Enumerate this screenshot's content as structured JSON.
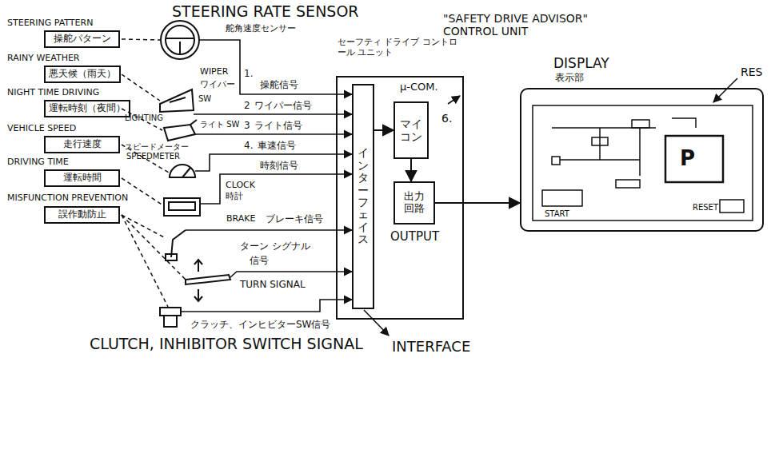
{
  "diagram": {
    "nodes": [
      {
        "text": [
          "STEERING PATTERN",
          "操舵パターン"
        ]
      },
      {
        "text": [
          "RAINY WEATHER",
          "悪天候（雨天）"
        ]
      },
      {
        "text": [
          "NIGHT TIME DRIVING",
          "運転時刻（夜間）"
        ]
      },
      {
        "text": [
          "VEHICLE SPEED",
          "走行速度"
        ]
      },
      {
        "text": [
          "DRIVING TIME",
          "運転時間"
        ]
      },
      {
        "text": [
          "MISFUNCTION PREVENTION",
          "誤作動防止"
        ]
      },
      {
        "text": [
          "セーフティ ドライブ コントロール ユニット",
          "\"SAFETY DRIVE ADVISOR\" CONTROL UNIT"
        ]
      },
      {
        "text": [
          "インターフェイス"
        ],
        "in": 6
      },
      {
        "text": [
          "マイコン"
        ],
        "in": 6
      },
      {
        "text": [
          "出力回路"
        ],
        "in": 6
      },
      {
        "text": [
          "DISPLAY",
          "表示部"
        ]
      }
    ],
    "edges": [
      {
        "from": 7,
        "to": 8,
        "arrow": "to"
      },
      {
        "from": 8,
        "to": 9,
        "arrow": "to"
      },
      {
        "from": 9,
        "to": 10,
        "arrow": "to"
      }
    ],
    "labels": [
      "STEERING RATE SENSOR",
      "舵角速度センサー",
      "1.",
      "操舵信号",
      "WIPER",
      "ワイパー",
      "2",
      "ワイパー信号",
      "SW",
      "LIGHTING",
      "ライト SW",
      "3",
      "ライト信号",
      "スピードメーター",
      "SPEEDMETER",
      "4.",
      "車速信号",
      "時刻信号",
      "CLOCK",
      "時計",
      "BRAKE",
      "ブレーキ信号",
      "ターン シグナル",
      "信号",
      "TURN SIGNAL",
      "クラッチ、インヒビターSW信号",
      "CLUTCH, INHIBITOR SWITCH SIGNAL",
      "INTERFACE",
      "μ-COM.",
      "6.",
      "OUTPUT",
      "RES",
      "START",
      "RESET",
      "P"
    ]
  }
}
